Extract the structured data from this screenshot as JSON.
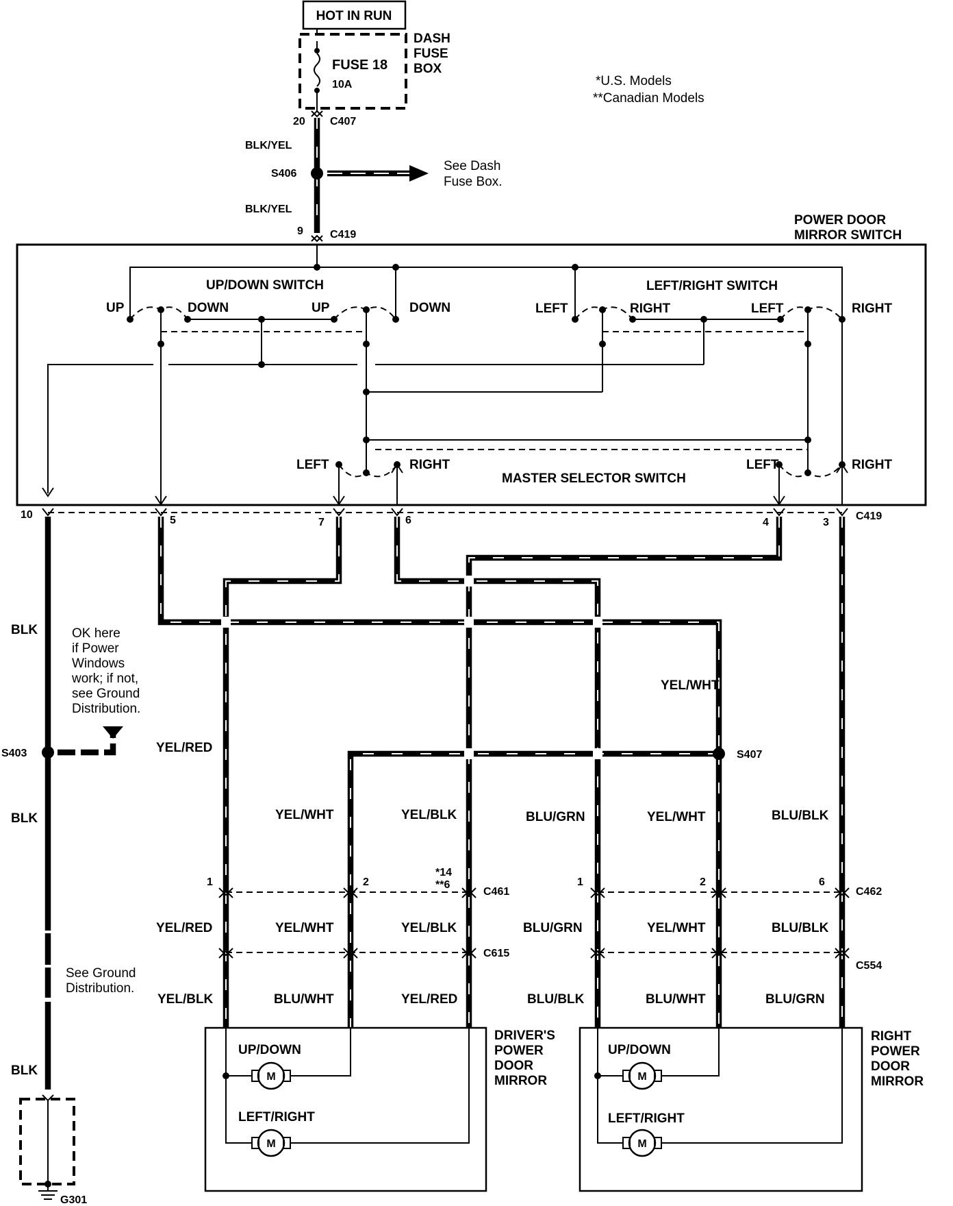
{
  "notes": {
    "us": "*U.S. Models",
    "canadian": "**Canadian Models"
  },
  "power_source": {
    "label": "HOT IN RUN"
  },
  "fuse_box": {
    "line1": "DASH",
    "line2": "FUSE",
    "line3": "BOX",
    "fuse_name": "FUSE 18",
    "fuse_rating": "10A"
  },
  "see_dash": {
    "line1": "See Dash",
    "line2": "Fuse Box."
  },
  "switch_title": {
    "line1": "POWER DOOR",
    "line2": "MIRROR SWITCH"
  },
  "updown_switch": {
    "label": "UP/DOWN SWITCH",
    "up": "UP",
    "down": "DOWN"
  },
  "leftright_switch": {
    "label": "LEFT/RIGHT SWITCH",
    "left": "LEFT",
    "right": "RIGHT"
  },
  "master_switch": {
    "label": "MASTER SELECTOR SWITCH",
    "left": "LEFT",
    "right": "RIGHT"
  },
  "connectors": {
    "c407": "C407",
    "c419": "C419",
    "c461": "C461",
    "c462": "C462",
    "c615": "C615",
    "c554": "C554"
  },
  "splices": {
    "s406": "S406",
    "s403": "S403",
    "s407": "S407"
  },
  "ground": {
    "g301": "G301"
  },
  "pins": {
    "p20": "20",
    "p9": "9",
    "p10": "10",
    "p5": "5",
    "p7": "7",
    "p6": "6",
    "p4": "4",
    "p3": "3",
    "d1": "1",
    "d2": "2",
    "d14": "*14",
    "d6": "**6",
    "r1": "1",
    "r2": "2",
    "r6": "6"
  },
  "wires": {
    "blk_yel": "BLK/YEL",
    "blk": "BLK",
    "yel_red": "YEL/RED",
    "yel_wht": "YEL/WHT",
    "yel_blk": "YEL/BLK",
    "blu_grn": "BLU/GRN",
    "blu_blk": "BLU/BLK",
    "blu_wht": "BLU/WHT"
  },
  "ground_note": {
    "l1": "OK here",
    "l2": "if Power",
    "l3": "Windows",
    "l4": "work; if not,",
    "l5": "see Ground",
    "l6": "Distribution."
  },
  "ground_note2": {
    "l1": "See Ground",
    "l2": "Distribution."
  },
  "driver_mirror": {
    "l1": "DRIVER'S",
    "l2": "POWER",
    "l3": "DOOR",
    "l4": "MIRROR",
    "updown": "UP/DOWN",
    "leftright": "LEFT/RIGHT"
  },
  "right_mirror": {
    "l1": "RIGHT",
    "l2": "POWER",
    "l3": "DOOR",
    "l4": "MIRROR",
    "updown": "UP/DOWN",
    "leftright": "LEFT/RIGHT"
  },
  "motor": "M"
}
